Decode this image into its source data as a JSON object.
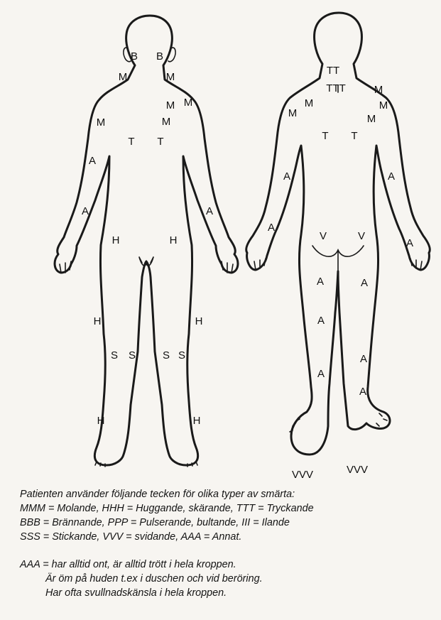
{
  "marks": {
    "front": {
      "B_left": "B",
      "B_right": "B",
      "M_neck_left": "M",
      "M_neck_right": "M",
      "M_shoulder_left": "M",
      "M_shoulder_right_a": "M",
      "M_shoulder_right_b": "M",
      "M_shoulder_right_c": "M",
      "T_left": "T",
      "T_right": "T",
      "A_arm_left_upper": "A",
      "A_arm_left_lower": "A",
      "A_arm_right": "A",
      "H_hip_left": "H",
      "H_hip_right": "H",
      "H_thigh_left": "H",
      "H_thigh_right": "H",
      "S_knee_1": "S",
      "S_knee_2": "S",
      "S_knee_3": "S",
      "S_knee_4": "S",
      "H_shin_left": "H",
      "H_shin_right": "H"
    },
    "back": {
      "TT": "TT",
      "TTT": "TTT",
      "M_shoulder_left_a": "M",
      "M_shoulder_left_b": "M",
      "M_shoulder_right_a": "M",
      "M_shoulder_right_b": "M",
      "M_shoulder_right_c": "M",
      "T_left": "T",
      "T_right": "T",
      "A_arm_left_upper": "A",
      "A_arm_left_lower": "A",
      "A_arm_right_upper": "A",
      "A_arm_right_lower": "A",
      "V_left": "V",
      "V_right": "V",
      "A_thigh_left": "A",
      "A_thigh_right": "A",
      "A_knee_left": "A",
      "A_calf_left": "A",
      "A_calf_right_upper": "A",
      "A_calf_right_lower": "A",
      "VVV_left": "VVV",
      "VVV_right": "VVV"
    }
  },
  "legend": {
    "intro": "Patienten använder följande tecken för olika typer av smärta:",
    "line1": "MMM = Molande,  HHH = Huggande, skärande,   TTT = Tryckande",
    "line2": "BBB = Brännande,   PPP = Pulserande, bultande,   III = Ilande",
    "line3": "SSS = Stickande,   VVV = svidande,   AAA = Annat.",
    "note1": "AAA = har alltid ont, är alltid trött i hela kroppen.",
    "note2": "Är öm på huden t.ex i duschen och vid beröring.",
    "note3": "Har ofta svullnadskänsla i hela kroppen."
  }
}
